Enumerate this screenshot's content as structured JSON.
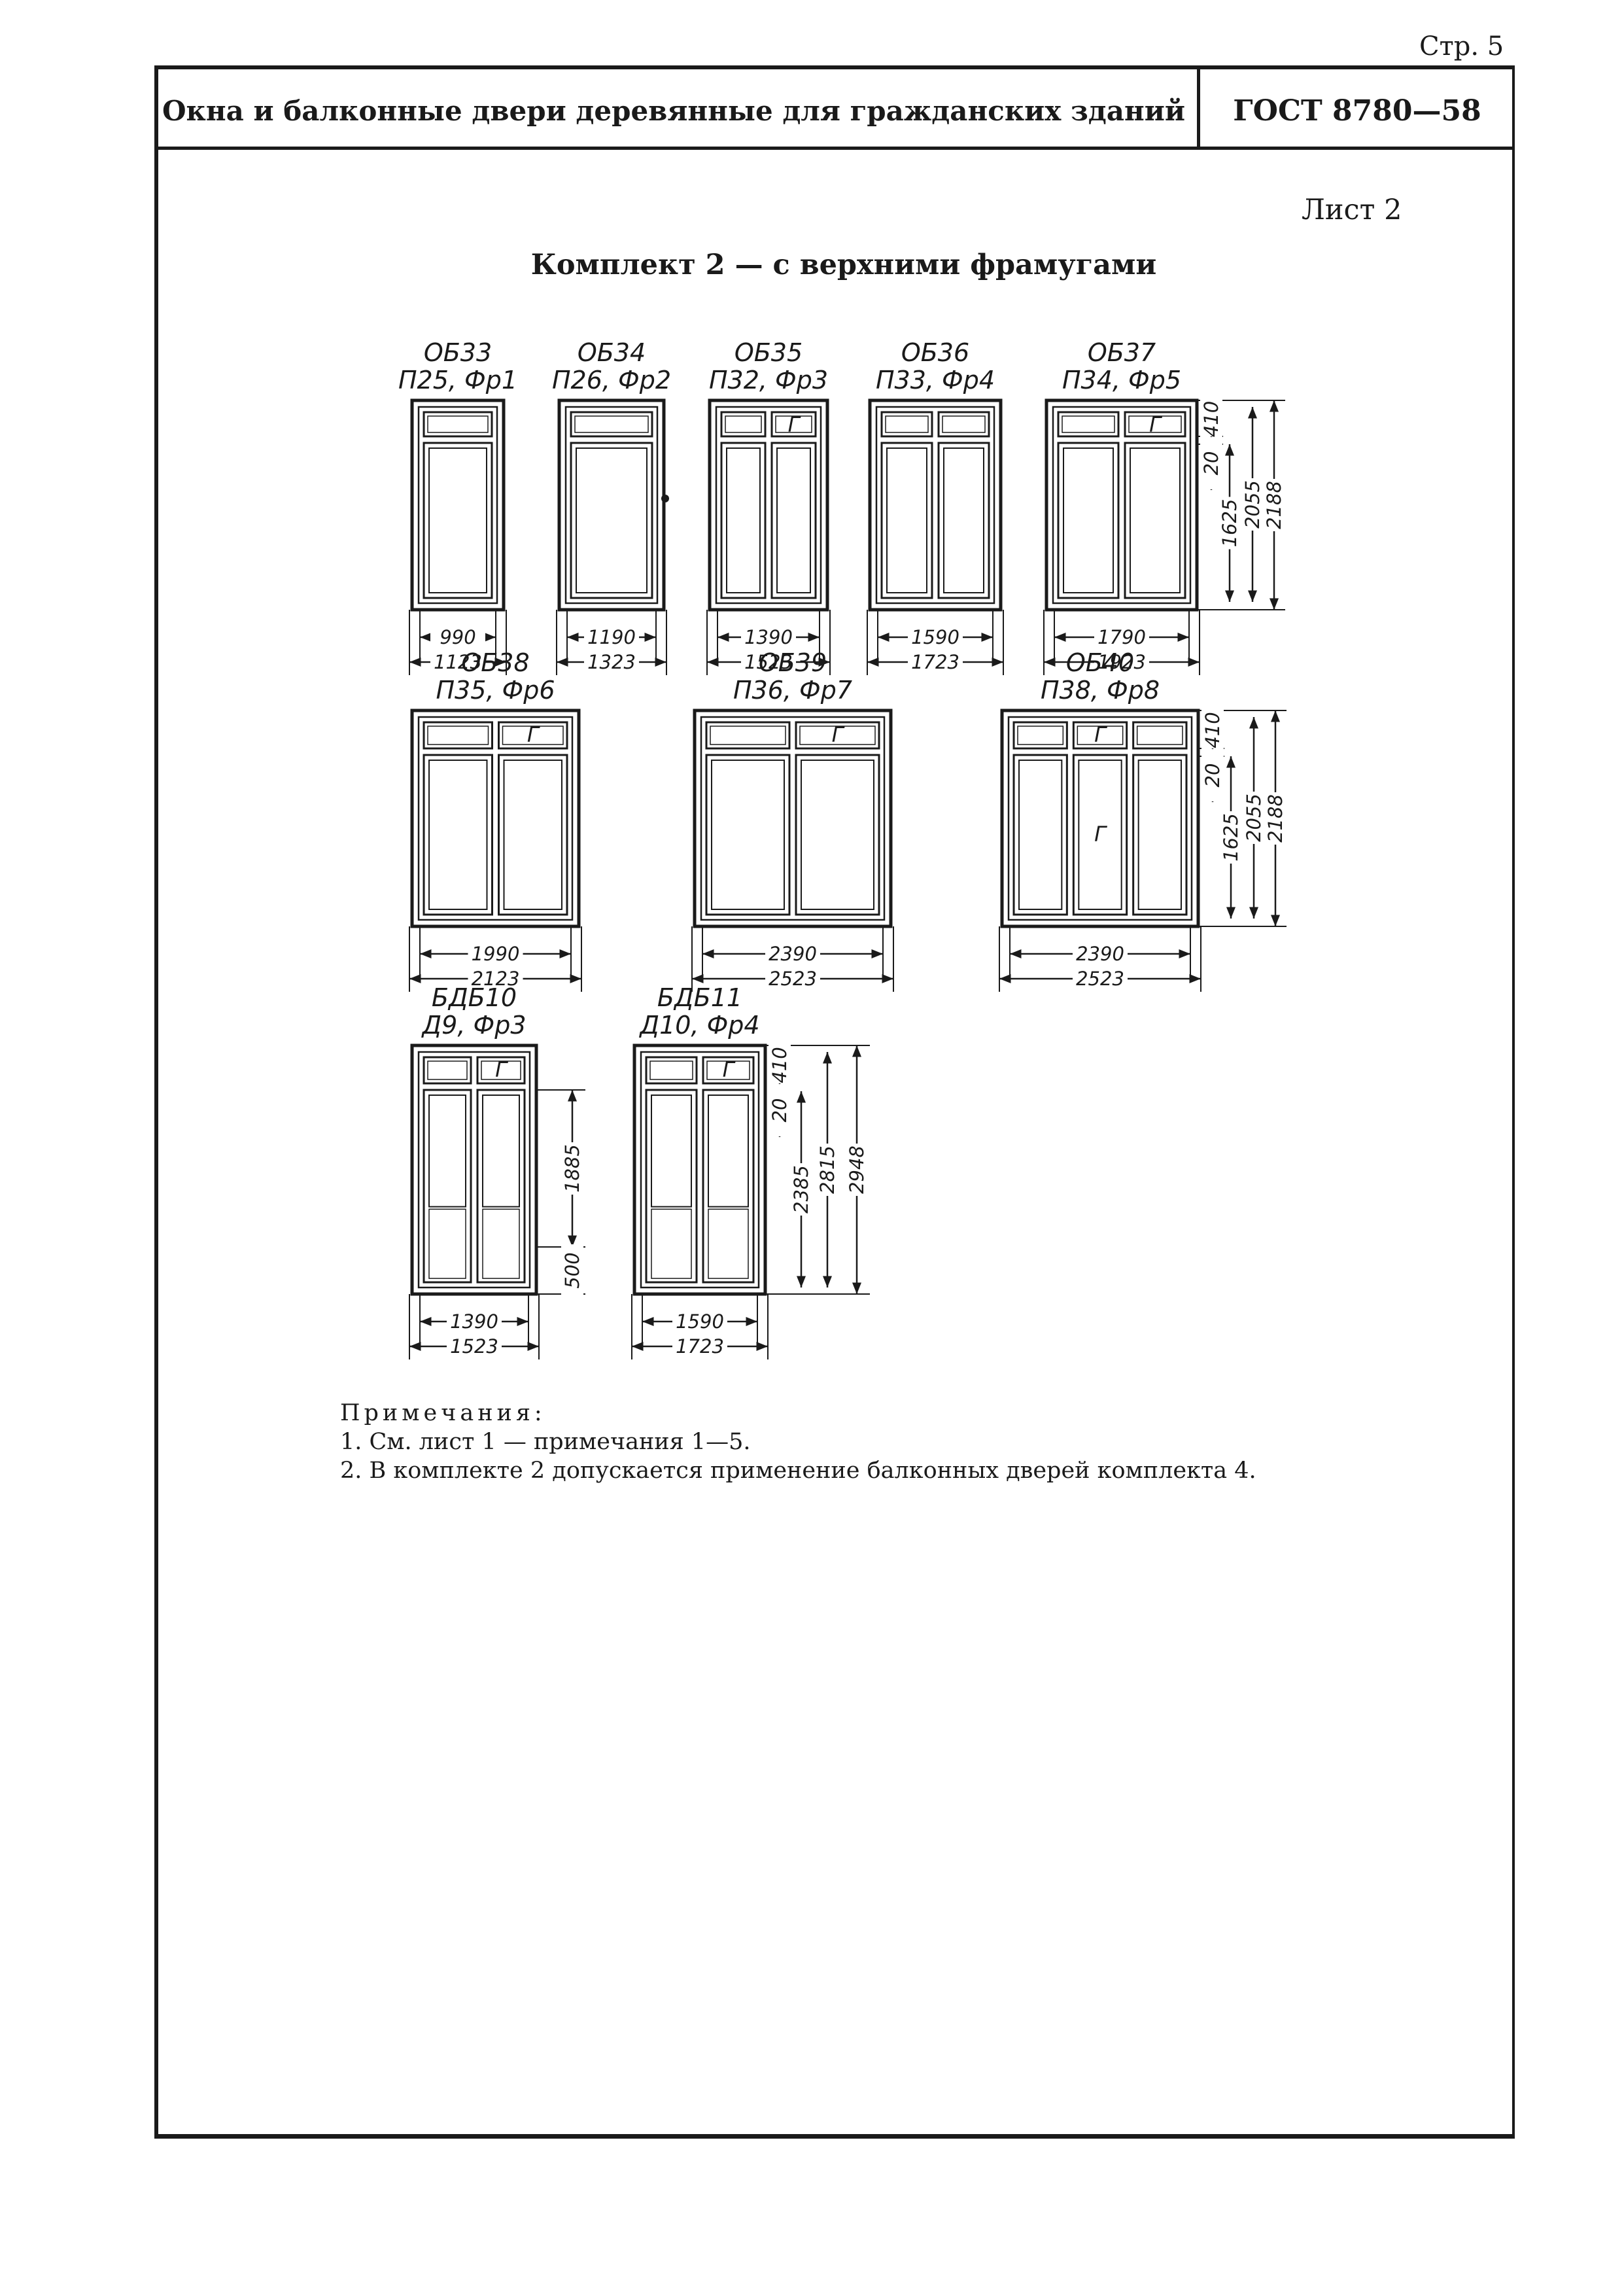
{
  "page_number": "Стр. 5",
  "header": {
    "title": "Окна и балконные двери деревянные для гражданских зданий",
    "standard": "ГОСТ 8780—58"
  },
  "sheet": "Лист 2",
  "caption": "Комплект 2 — с верхними фрамугами",
  "items": [
    {
      "code": "ОБ33",
      "sub": "П25, Фр1",
      "inner": "990",
      "outer": "1123"
    },
    {
      "code": "ОБ34",
      "sub": "П26, Фр2",
      "inner": "1190",
      "outer": "1323"
    },
    {
      "code": "ОБ35",
      "sub": "П32, Фр3",
      "inner": "1390",
      "outer": "1523",
      "mark": "Г"
    },
    {
      "code": "ОБ36",
      "sub": "П33, Фр4",
      "inner": "1590",
      "outer": "1723"
    },
    {
      "code": "ОБ37",
      "sub": "П34, Фр5",
      "inner": "1790",
      "outer": "1923",
      "mark": "Г"
    },
    {
      "code": "ОБ38",
      "sub": "П35, Фр6",
      "inner": "1990",
      "outer": "2123",
      "mark": "Г"
    },
    {
      "code": "ОБ39",
      "sub": "П36, Фр7",
      "inner": "2390",
      "outer": "2523",
      "mark": "Г"
    },
    {
      "code": "ОБ40",
      "sub": "П38, Фр8",
      "inner": "2390",
      "outer": "2523",
      "mark": "Г",
      "mark2": "Г"
    },
    {
      "code": "БДБ10",
      "sub": "Д9, Фр3",
      "inner": "1390",
      "outer": "1523",
      "mark": "Г"
    },
    {
      "code": "БДБ11",
      "sub": "Д10, Фр4",
      "inner": "1590",
      "outer": "1723",
      "mark": "Г"
    }
  ],
  "dims_window": {
    "top": "410",
    "gap": "20",
    "sash": "1625",
    "total_inner": "2055",
    "total": "2188"
  },
  "dims_door1": {
    "upper": "1885",
    "lower": "500"
  },
  "dims_door2": {
    "top": "410",
    "gap": "20",
    "a": "2385",
    "b": "2815",
    "c": "2948"
  },
  "notes": {
    "heading": "Примечания:",
    "items": [
      "1. См. лист 1 — примечания 1—5.",
      "2. В комплекте 2 допускается применение балконных дверей комплекта 4."
    ]
  }
}
